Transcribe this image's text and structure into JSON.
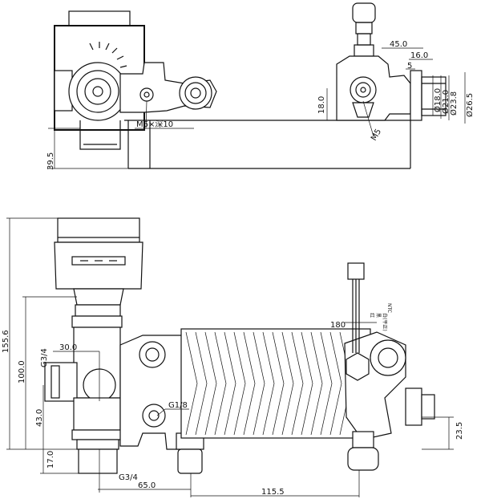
{
  "top_view": {
    "left_labels": {
      "thread": "M6×深10",
      "height": "39.5"
    },
    "right_labels": {
      "width_45": "45.0",
      "width_16": "16.0",
      "width_5": "5",
      "height_18": "18.0",
      "thread_m5": "M5",
      "dia_18": "Ø18.0",
      "dia_21": "Ø21.0",
      "dia_23": "Ø23.8",
      "dia_26": "Ø26.5"
    }
  },
  "front_view": {
    "labels": {
      "total_height": "155.6",
      "inner_height": "100.0",
      "thread_g34_side": "G3/4",
      "width_30": "30.0",
      "height_43": "43.0",
      "height_17": "17.0",
      "thread_g34_bottom": "G3/4",
      "width_65": "65.0",
      "width_115": "115.5",
      "thread_g18": "G1/8",
      "sensor_180": "180",
      "height_23": "23.5"
    },
    "wire_labels": [
      "NTC",
      "红",
      "黑",
      "白(平正)"
    ]
  }
}
